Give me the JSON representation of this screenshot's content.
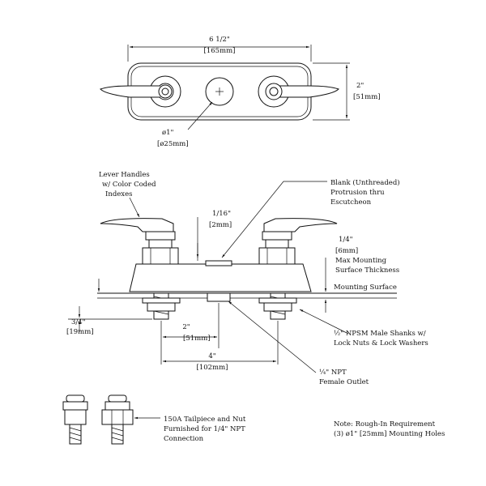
{
  "top_view": {
    "width_in": "6 1/2\"",
    "width_mm": "[165mm]",
    "height_in": "2\"",
    "height_mm": "[51mm]",
    "hole_in": "ø1\"",
    "hole_mm": "[ø25mm]"
  },
  "front_view": {
    "lever_handles": [
      "Lever Handles",
      "w/ Color Coded",
      "Indexes"
    ],
    "blank": [
      "Blank (Unthreaded)",
      "Protrusion thru",
      "Escutcheon"
    ],
    "protrusion_in": "1/16\"",
    "protrusion_mm": "[2mm]",
    "max_thick_in": "1/4\"",
    "max_thick_mm": "[6mm]",
    "max_thick_text": [
      "Max Mounting",
      "Surface Thickness"
    ],
    "mounting_surface": "Mounting Surface",
    "shank_len_in": "3/4\"",
    "shank_len_mm": "[19mm]",
    "half_spacing_in": "2\"",
    "half_spacing_mm": "[51mm]",
    "spacing_in": "4\"",
    "spacing_mm": "[102mm]",
    "shanks": [
      "½\" NPSM Male Shanks w/",
      "Lock Nuts & Lock Washers"
    ],
    "outlet": [
      "¼\" NPT",
      "Female Outlet"
    ]
  },
  "tailpiece": [
    "150A Tailpiece and Nut",
    "Furnished for 1/4\" NPT",
    "Connection"
  ],
  "note": [
    "Note: Rough-In Requirement",
    "(3) ø1\" [25mm] Mounting Holes"
  ]
}
